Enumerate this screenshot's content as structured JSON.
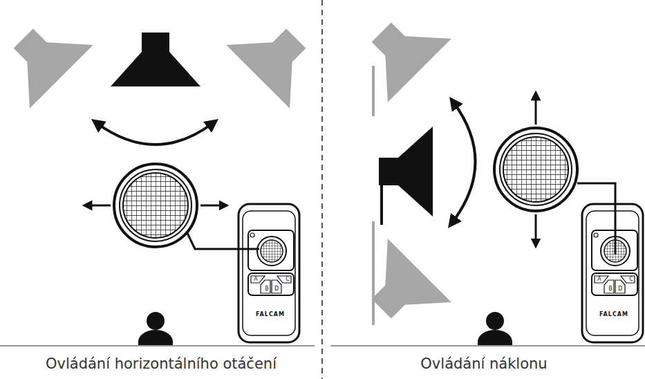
{
  "diagram": {
    "labels": [
      "A",
      "B",
      "C",
      "D",
      "FALCAM",
      "Ovládání horizontálního otáčení",
      "A",
      "B",
      "C",
      "D",
      "FALCAM",
      "Ovládání náklonu"
    ]
  }
}
